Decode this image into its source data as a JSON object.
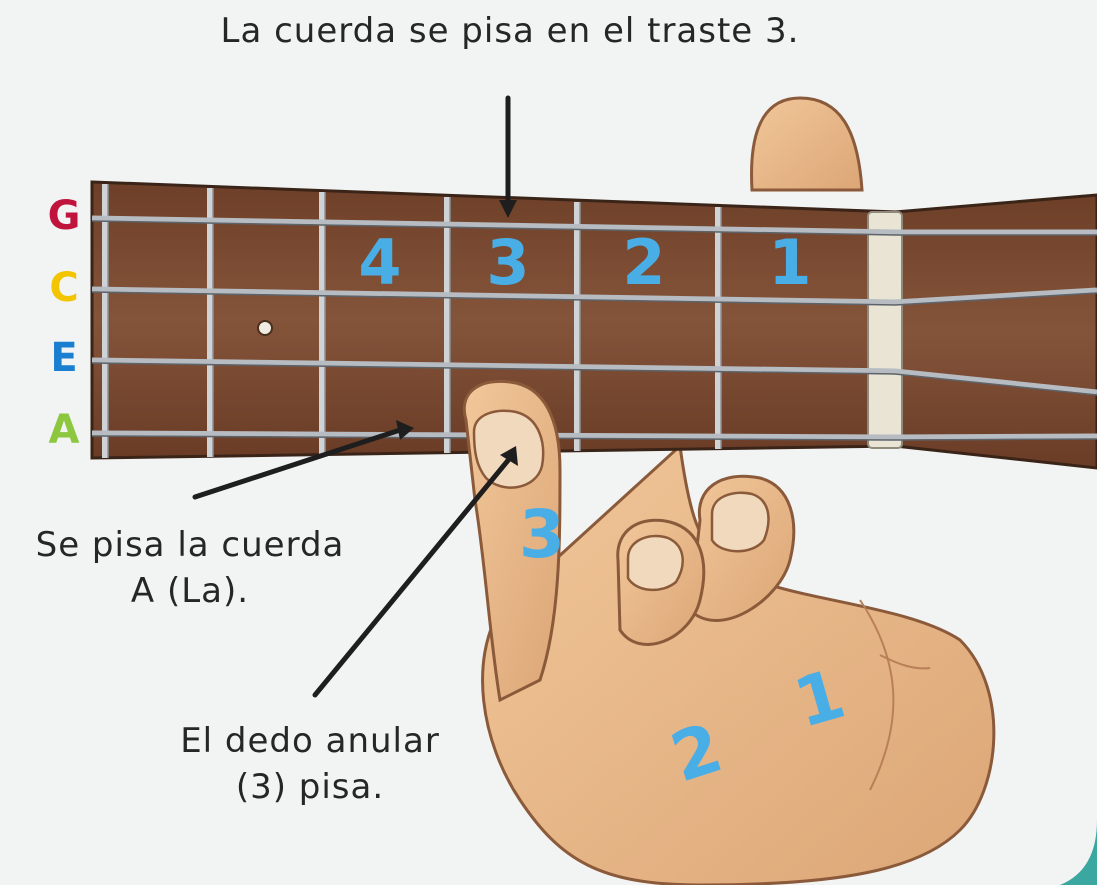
{
  "captions": {
    "top": "La cuerda se pisa en el traste 3.",
    "string_line1": "Se pisa la cuerda",
    "string_line2": "A (La).",
    "finger_line1": "El dedo anular",
    "finger_line2": "(3) pisa."
  },
  "strings": [
    {
      "letter": "G",
      "color": "#c0143c"
    },
    {
      "letter": "C",
      "color": "#f2c500"
    },
    {
      "letter": "E",
      "color": "#1a7fd0"
    },
    {
      "letter": "A",
      "color": "#8dc63f"
    }
  ],
  "fret_numbers": [
    "4",
    "3",
    "2",
    "1"
  ],
  "finger_numbers": {
    "ring": "3",
    "middle": "2",
    "index": "1"
  },
  "colors": {
    "number_blue": "#4aaee6",
    "fretboard": "#7a4a30",
    "skin": "#e8b98a",
    "nut": "#e9e4d4",
    "background": "#f2f3f3"
  }
}
